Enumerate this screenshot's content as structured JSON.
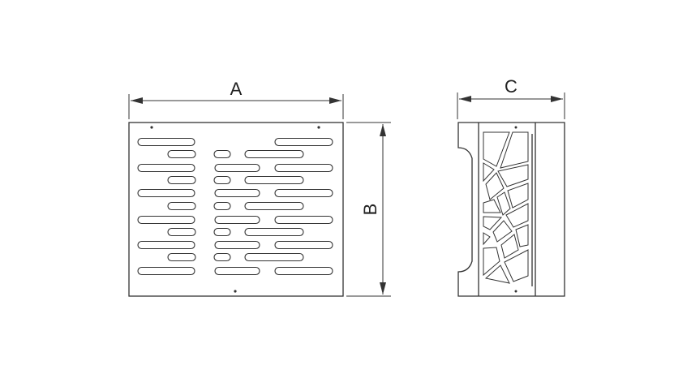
{
  "dimensions": {
    "width_label": "A",
    "height_label": "B",
    "depth_label": "C"
  },
  "colors": {
    "line": "#333333",
    "background": "#ffffff"
  }
}
